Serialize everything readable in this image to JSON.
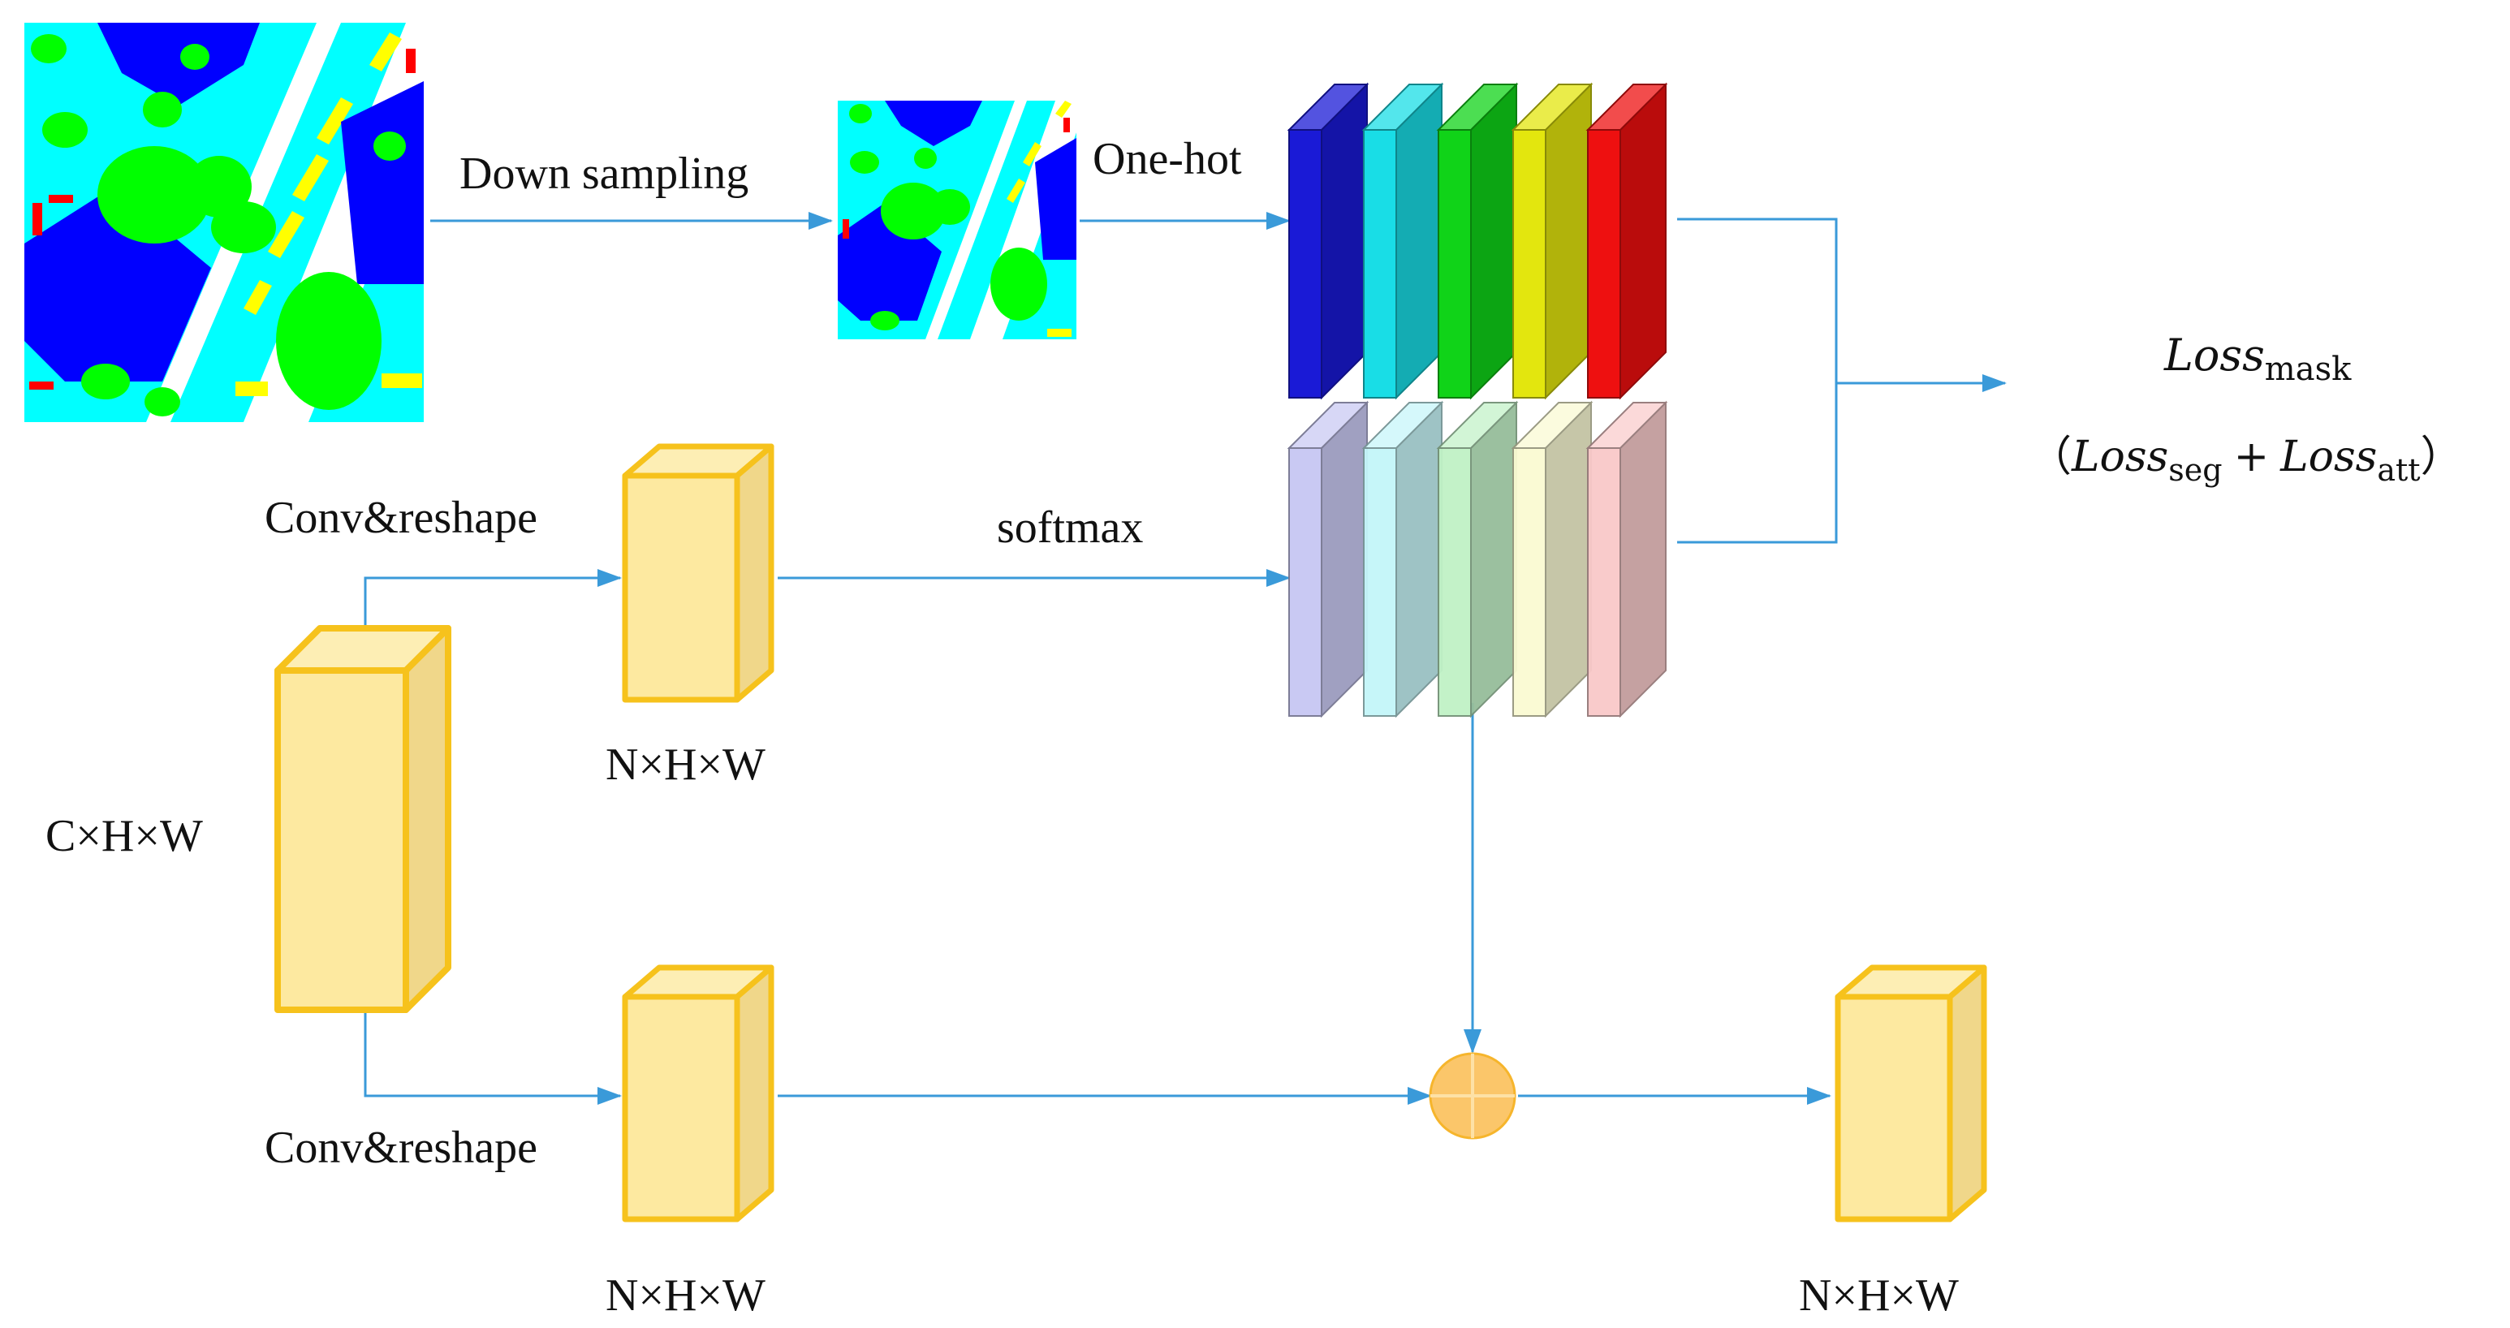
{
  "labels": {
    "down_sampling": "Down sampling",
    "one_hot": "One-hot",
    "softmax": "softmax",
    "conv_reshape_top": "Conv&reshape",
    "conv_reshape_bottom": "Conv&reshape",
    "input_dims": "C×H×W",
    "branch_top_dims": "N×H×W",
    "branch_bottom_dims": "N×H×W",
    "output_dims": "N×H×W"
  },
  "loss": {
    "main_base": "Loss",
    "main_sub": "mask",
    "open_paren": "（",
    "seg_base": "Loss",
    "seg_sub": "seg",
    "plus": "+",
    "att_base": "Loss",
    "att_sub": "att",
    "close_paren": "）"
  },
  "colors": {
    "arrow": "#3a9ad9",
    "feature_fill": "#fde9a0",
    "feature_side": "#f0d78a",
    "feature_stroke": "#f6c21c",
    "onehot": [
      "#1a1ad6",
      "#19dde6",
      "#10d318",
      "#e3e60e",
      "#ee1010"
    ],
    "softmax": [
      "#c7c7f3",
      "#c4f6f9",
      "#c0f2c6",
      "#fafad2",
      "#f9c9c9"
    ],
    "plus_fill": "#fbc66a",
    "seg_blue": "#0000ff",
    "seg_cyan": "#00ffff",
    "seg_green": "#00ff00",
    "seg_yellow": "#ffff00",
    "seg_red": "#ff0000"
  },
  "icons": {
    "label_map_large": "segmentation-label-map",
    "label_map_small": "downsampled-label-map",
    "sum_node": "element-wise-sum-icon"
  }
}
